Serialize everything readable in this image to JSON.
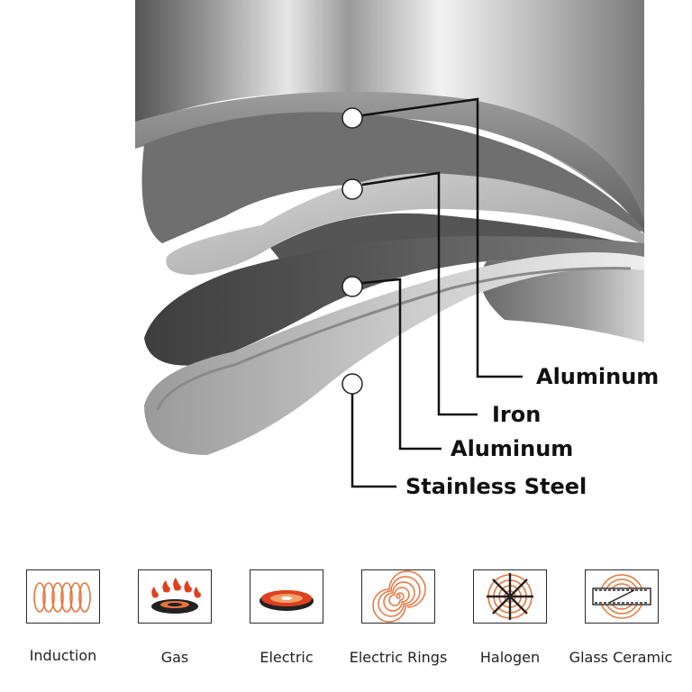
{
  "layers": [
    {
      "label": "Aluminum"
    },
    {
      "label": "Iron"
    },
    {
      "label": "Aluminum"
    },
    {
      "label": "Stainless Steel"
    }
  ],
  "cooktops": [
    {
      "label": "Induction",
      "icon": "induction-coil-icon"
    },
    {
      "label": "Gas",
      "icon": "gas-burner-icon"
    },
    {
      "label": "Electric",
      "icon": "electric-plate-icon"
    },
    {
      "label": "Electric Rings",
      "icon": "electric-rings-icon"
    },
    {
      "label": "Halogen",
      "icon": "halogen-icon"
    },
    {
      "label": "Glass Ceramic",
      "icon": "glass-ceramic-icon"
    }
  ],
  "colors": {
    "accent": "#e8743b",
    "flame_red": "#e0401e",
    "steel_dark": "#4a4a4a",
    "steel_light": "#cfcfcf"
  }
}
